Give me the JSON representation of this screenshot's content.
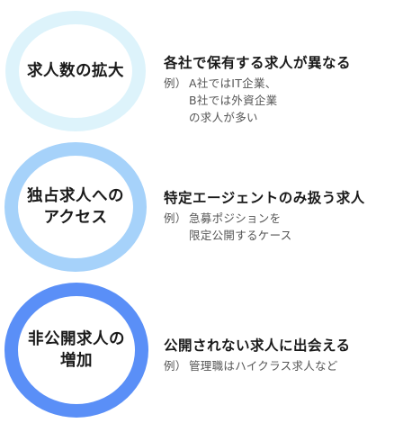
{
  "items": [
    {
      "circle_label": "求人数の拡大",
      "heading": "各社で保有する求人が異なる",
      "example_prefix": "例）",
      "example_lines": [
        "A社ではIT企業、",
        "B社では外資企業",
        "の求人が多い"
      ],
      "ring_color": "#ddf3fb"
    },
    {
      "circle_label": "独占求人への\nアクセス",
      "heading": "特定エージェントのみ扱う求人",
      "example_prefix": "例）",
      "example_lines": [
        "急募ポジションを",
        "限定公開するケース"
      ],
      "ring_color": "#a6d2fa"
    },
    {
      "circle_label": "非公開求人の\n増加",
      "heading": "公開されない求人に出会える",
      "example_prefix": "例）",
      "example_lines": [
        "管理職はハイクラス求人など"
      ],
      "ring_color": "#5a8ff7"
    }
  ]
}
